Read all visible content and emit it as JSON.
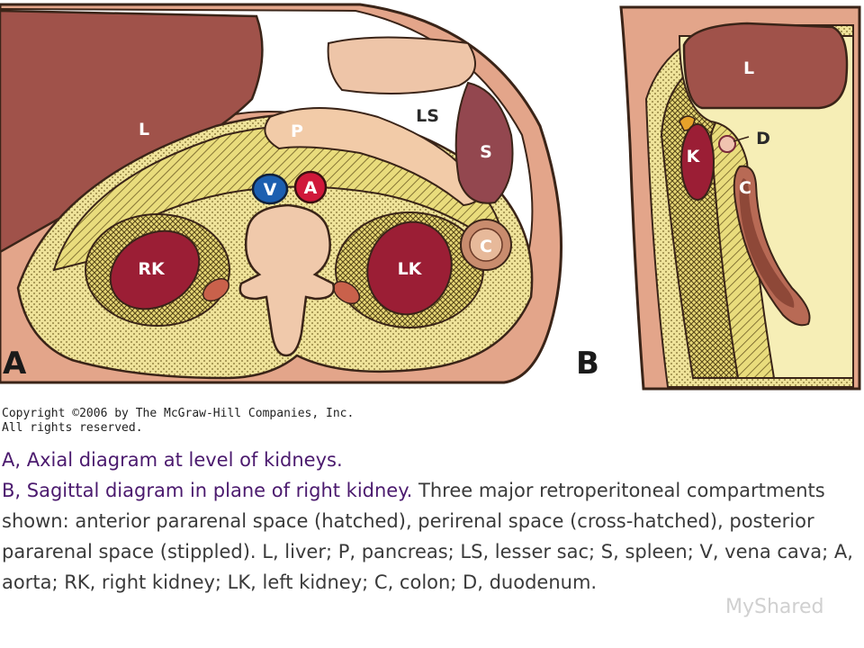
{
  "figure": {
    "panel_a_letter": "A",
    "panel_b_letter": "B",
    "axial_labels": {
      "liver": "L",
      "pancreas": "P",
      "lesser_sac": "LS",
      "spleen": "S",
      "vena_cava": "V",
      "aorta": "A",
      "right_kidney": "RK",
      "left_kidney": "LK",
      "colon": "C"
    },
    "sagittal_labels": {
      "liver": "L",
      "duodenum": "D",
      "kidney": "K",
      "colon": "C"
    },
    "copyright_line1": "Copyright ©2006 by The McGraw-Hill Companies, Inc.",
    "copyright_line2": "All rights reserved."
  },
  "caption": {
    "a_key": "A,",
    "a_text": " Axial diagram at level of kidneys.",
    "b_key": "B,",
    "b_text_highlight": " Sagittal diagram in plane of right kidney.",
    "b_text_rest": " Three major retroperitoneal compartments shown: anterior pararenal space (hatched), perirenal space (cross-hatched), posterior pararenal space (stippled). L, liver; P, pancreas; LS, lesser sac; S, spleen; V, vena cava; A, aorta; RK, right kidney; LK, left kidney; C, colon; D, duodenum."
  },
  "watermark": "MyShared",
  "colors": {
    "skin": "#e3a58a",
    "liver": "#a0524a",
    "kidney": "#9b1e35",
    "pancreas": "#f2cba8",
    "fat": "#f0e08a",
    "vena_cava": "#1c5fb0",
    "aorta": "#d0183a",
    "caption_key": "#4b1a6e"
  }
}
